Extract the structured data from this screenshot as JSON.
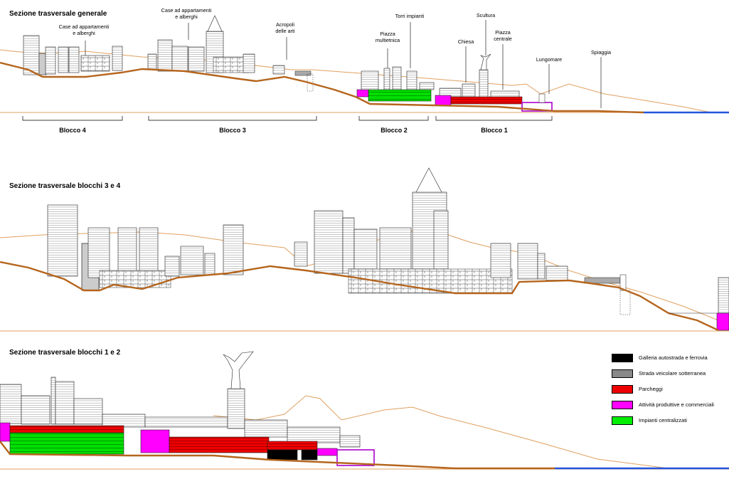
{
  "titles": {
    "general": "Sezione trasversale generale",
    "blocks34": "Sezione trasversale blocchi 3 e 4",
    "blocks12": "Sezione trasversale blocchi 1 e 2"
  },
  "labels": {
    "case_left_1": "Case ad appartamenti",
    "case_left_2": "e alberghi",
    "case_right_1": "Case ad appartamenti",
    "case_right_2": "e alberghi",
    "acropoli_1": "Acropoli",
    "acropoli_2": "delle arti",
    "torri": "Torri impianti",
    "piazza_multi_1": "Piazza",
    "piazza_multi_2": "multietnica",
    "scultura": "Scultura",
    "chiesa": "Chiesa",
    "piazza_centrale_1": "Piazza",
    "piazza_centrale_2": "centrale",
    "lungomare": "Lungomare",
    "spiaggia": "Spiaggia"
  },
  "blocks": {
    "b4": "Blocco 4",
    "b3": "Blocco 3",
    "b2": "Blocco 2",
    "b1": "Blocco 1"
  },
  "legend": [
    {
      "label": "Galleria autostrada e ferrovia",
      "color": "#000000"
    },
    {
      "label": "Strada veicolare sotterranea",
      "color": "#888888"
    },
    {
      "label": "Parcheggi",
      "color": "#ee0000"
    },
    {
      "label": "Attività produttive e commerciali",
      "color": "#ff00ff"
    },
    {
      "label": "Impianti centralizzati",
      "color": "#00ee00"
    }
  ],
  "colors": {
    "terrain": "#b5651d",
    "horizon": "#e0a060",
    "sea": "#2255dd"
  }
}
